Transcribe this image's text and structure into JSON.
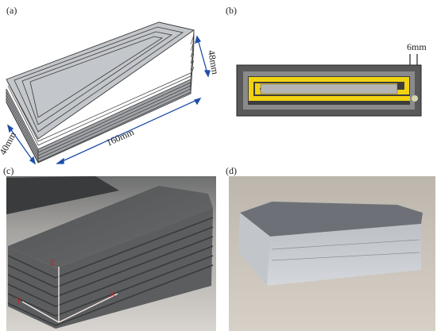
{
  "panels": {
    "a": {
      "label": "(a)",
      "dim_height": "48mm",
      "dim_length": "160mm",
      "dim_width": "40mm"
    },
    "b": {
      "label": "(b)",
      "dim_spacing": "6mm"
    },
    "c": {
      "label": "(c)",
      "axis_x": "X",
      "axis_y": "Y",
      "axis_z": "Z"
    },
    "d": {
      "label": "(d)"
    }
  },
  "colors": {
    "block_gray": "#b9bcc0",
    "line_dark": "#3a3a3a",
    "dimension_blue": "#1f4fa8",
    "path_yellow": "#f2d312",
    "panel_b_frame": "#595959",
    "photo_dark": "#5b5d5f",
    "axis_red": "#d21d1d"
  }
}
